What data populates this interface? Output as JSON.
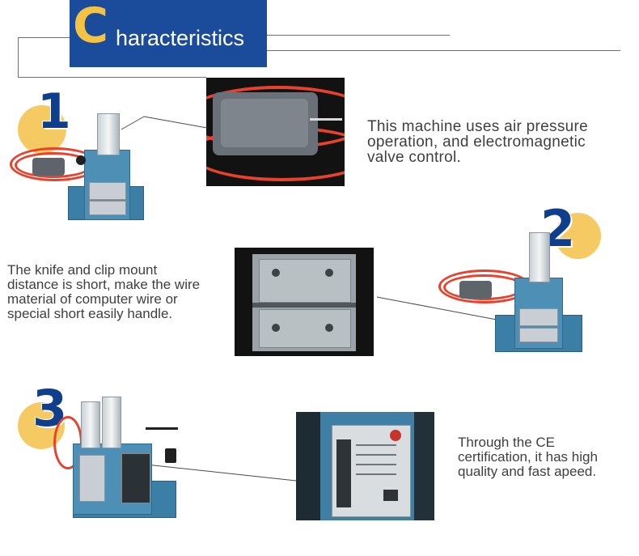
{
  "header": {
    "big_letter": "C",
    "title_rest": "haracteristics",
    "colors": {
      "box": "#1b4c9c",
      "accent": "#f5c342",
      "text": "#ffffff"
    }
  },
  "features": [
    {
      "number": "1",
      "text_lines": [
        "This machine uses air pressure",
        "operation, and electromagnetic",
        "valve control."
      ]
    },
    {
      "number": "2",
      "text_lines": [
        "The knife and clip mount",
        "distance is short, make the wire",
        "material of computer wire or",
        "special short easily handle."
      ]
    },
    {
      "number": "3",
      "text_lines": [
        "Through the CE",
        "certification, it has high",
        "quality and fast apeed."
      ]
    }
  ],
  "colors": {
    "badge_circle": "#f6ca63",
    "badge_number": "#0f3f8c",
    "machine_blue": "#3b7ea6",
    "hose_red": "#e8412c"
  }
}
